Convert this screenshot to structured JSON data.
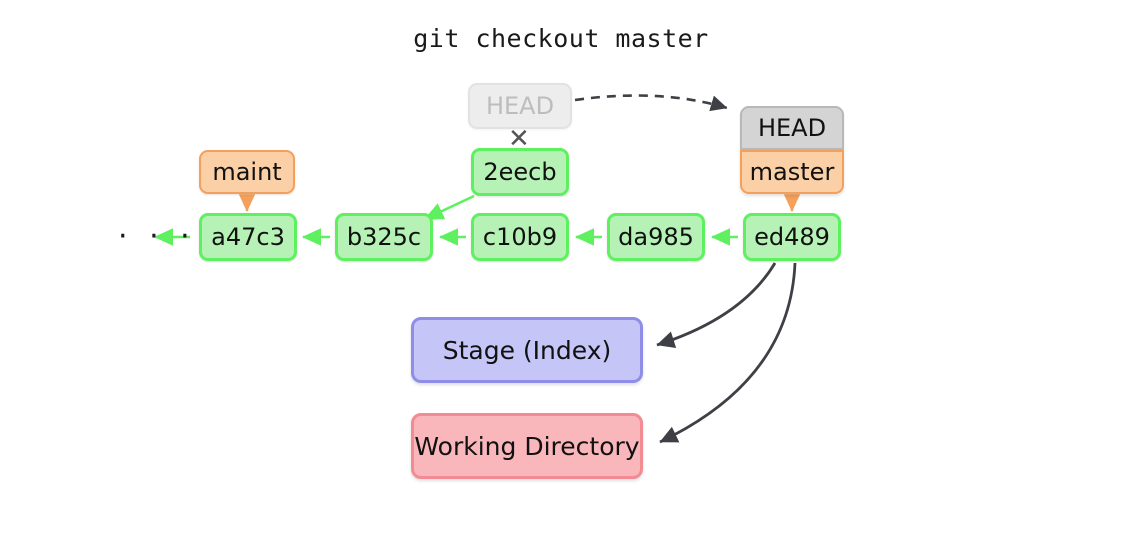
{
  "title": "git checkout master",
  "colors": {
    "commit_fill": "#b6f2b6",
    "commit_border": "#5ef05e",
    "branch_fill": "#fcd0a6",
    "branch_border": "#f5a05a",
    "head_fill": "#d4d4d4",
    "head_border": "#b8b8b8",
    "head_faded_fill": "#ededed",
    "head_faded_text": "#bdbdbd",
    "stage_fill": "#c5c6f7",
    "stage_border": "#8e8ee8",
    "working_fill": "#f9b6bb",
    "working_border": "#f38b95",
    "arrow_dark": "#3f3f46",
    "text": "#111111"
  },
  "commits": [
    {
      "label": "a47c3"
    },
    {
      "label": "b325c"
    },
    {
      "label": "c10b9"
    },
    {
      "label": "da985"
    },
    {
      "label": "ed489"
    },
    {
      "label": "2eecb"
    }
  ],
  "labels": {
    "maint": "maint",
    "master": "master",
    "head_active": "HEAD",
    "head_faded": "HEAD",
    "ellipsis": "· · ·",
    "xmark": "✕"
  },
  "areas": {
    "stage": "Stage (Index)",
    "working": "Working Directory"
  }
}
